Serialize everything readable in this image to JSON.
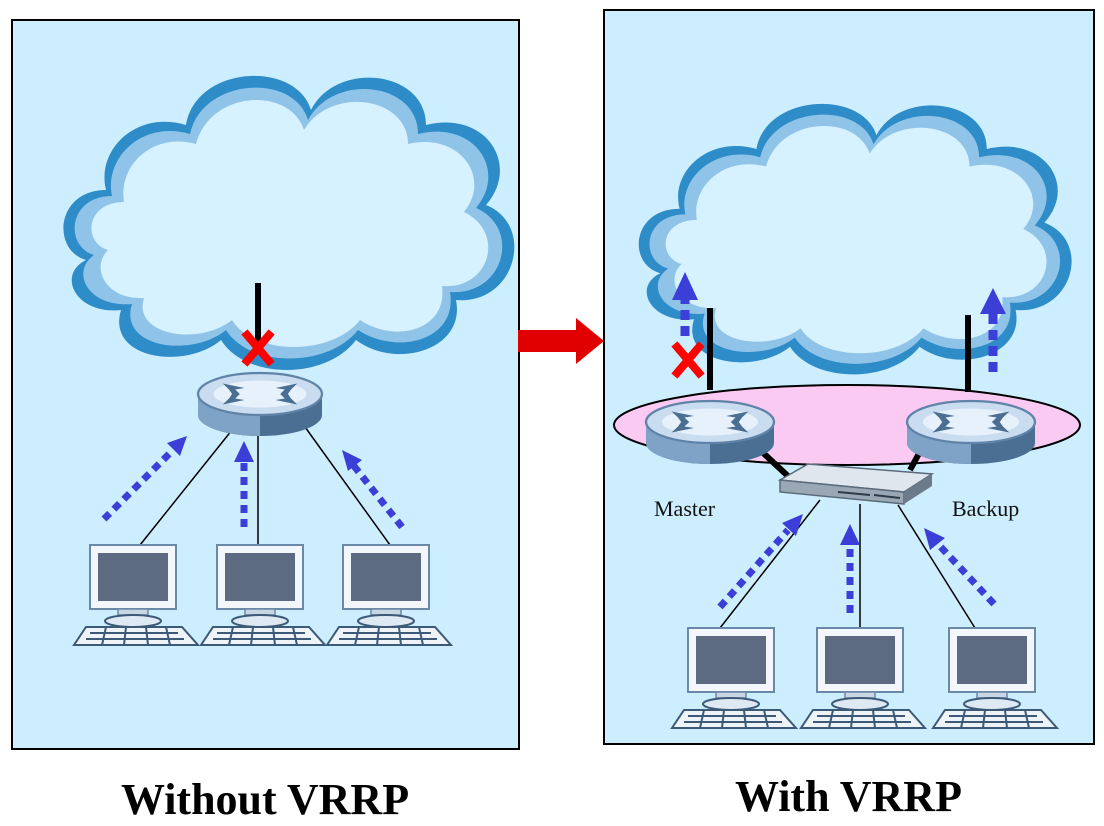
{
  "panels": {
    "left": {
      "caption": "Without VRRP"
    },
    "right": {
      "caption": "With VRRP",
      "master_label": "Master",
      "backup_label": "Backup"
    }
  },
  "icons": [
    "cloud-icon",
    "router-icon",
    "switch-icon",
    "computer-icon",
    "failure-x-icon",
    "arrow-right-icon"
  ],
  "colors": {
    "panel_bg": "#cdeefe",
    "cloud_fill": "#d6f1ff",
    "cloud_outline": "#2e8cc8",
    "vrrp_group": "#fbcaf2",
    "arrow_blue": "#3b3fd8",
    "failure_red": "#ff0000",
    "transition_arrow": "#e00000"
  }
}
